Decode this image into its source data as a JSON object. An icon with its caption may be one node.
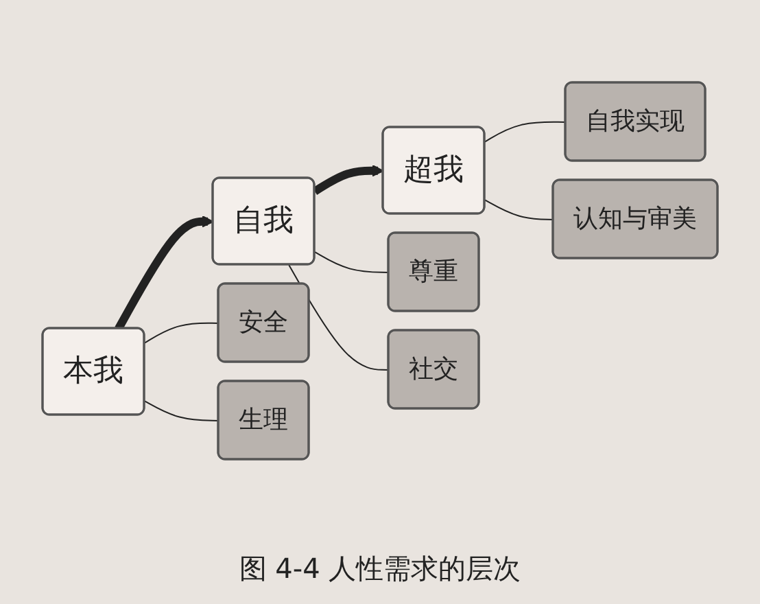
{
  "diagram": {
    "caption": "图 4-4 人性需求的层次",
    "nodes": [
      {
        "text": [
          "超我"
        ]
      },
      {
        "text": [
          "自我"
        ]
      },
      {
        "text": [
          "本我"
        ]
      },
      {
        "text": [
          "自我实现"
        ]
      },
      {
        "text": [
          "认知与审美"
        ]
      },
      {
        "text": [
          "尊重"
        ]
      },
      {
        "text": [
          "社交"
        ]
      },
      {
        "text": [
          "安全"
        ]
      },
      {
        "text": [
          "生理"
        ]
      }
    ],
    "edges": [
      {
        "from": 2,
        "to": 1,
        "arrow": "to",
        "style": "thick"
      },
      {
        "from": 1,
        "to": 0,
        "arrow": "to",
        "style": "thick"
      },
      {
        "from": 0,
        "to": 3,
        "arrow": "none"
      },
      {
        "from": 0,
        "to": 4,
        "arrow": "none"
      },
      {
        "from": 1,
        "to": 5,
        "arrow": "none"
      },
      {
        "from": 1,
        "to": 6,
        "arrow": "none"
      },
      {
        "from": 2,
        "to": 7,
        "arrow": "none"
      },
      {
        "from": 2,
        "to": 8,
        "arrow": "none"
      }
    ]
  }
}
